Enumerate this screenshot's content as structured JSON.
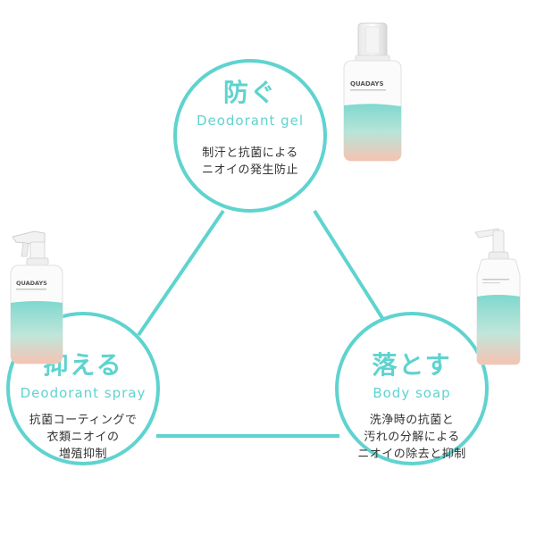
{
  "benefits": {
    "top": {
      "title": "防ぐ",
      "subtitle": "Deodorant gel",
      "desc": [
        "制汗と抗菌による",
        "ニオイの発生防止"
      ]
    },
    "left": {
      "title": "抑える",
      "subtitle": "Deodorant spray",
      "desc": [
        "抗菌コーティングで",
        "衣類ニオイの",
        "増殖抑制"
      ]
    },
    "right": {
      "title": "落とす",
      "subtitle": "Body soap",
      "desc": [
        "洗浄時の抗菌と",
        "汚れの分解による",
        "ニオイの除去と抑制"
      ]
    }
  },
  "products": {
    "gel_brand": "QUADAYS",
    "spray_brand": "QUADAYS"
  },
  "colors": {
    "accent": "#5fd3cf",
    "text": "#333333",
    "gradient_teal": "#7fd8cf",
    "gradient_peach": "#f6c3b2"
  }
}
